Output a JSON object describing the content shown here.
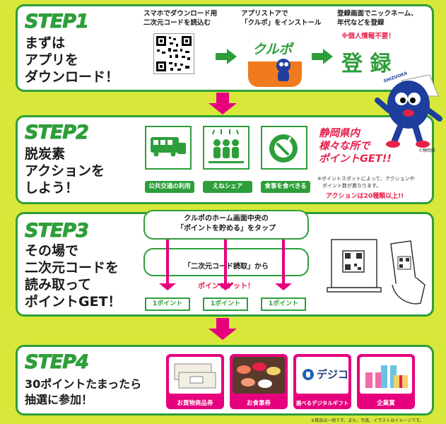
{
  "step1": {
    "badge": "STEP1",
    "title": "まずは\nアプリを\nダウンロード！",
    "qr_caption": "スマホでダウンロード用\n二次元コードを読込む",
    "store_caption": "アプリストアで\n「クルポ」をインストール",
    "app_name": "クルポ",
    "register_caption": "登録画面でニックネーム、\n年代などを登録",
    "register_note": "※個人情報不要！",
    "register_word": "登 録"
  },
  "step2": {
    "badge": "STEP2",
    "title": "脱炭素\nアクションを\nしよう！",
    "actions": [
      "公共交通の利用",
      "えねシェア",
      "食事を食べきる"
    ],
    "headline": "静岡県内\n様々な所で\nポイントGET!!",
    "note": "※ポイントスポットによって、アクションや\n　ポイント数が異なります。",
    "count_note": "アクションは20種類以上!!"
  },
  "mascot": {
    "credit": "©静岡県",
    "name": "SHIZUOKA"
  },
  "step3": {
    "badge": "STEP3",
    "title": "その場で\n二次元コードを\n読み取って\nポイントGET！",
    "instruction1": "クルポのホーム画面中央の\n「ポイントを貯める」をタップ",
    "instruction2_a": "「二次元コード読取」から",
    "instruction2_b": "ポイントゲット！",
    "points": [
      "1ポイント",
      "1ポイント",
      "1ポイント"
    ]
  },
  "step4": {
    "badge": "STEP4",
    "title": "30ポイントたまったら\n抽選に参加！",
    "prizes": [
      "お買物商品券",
      "お食事券",
      "選べるデジタルギフト",
      "企業賞"
    ],
    "degico": "デジコ",
    "footnote": "※賞品は一例です。また、写真、イラストはイメージです。"
  },
  "colors": {
    "background": "#d8e83a",
    "green": "#2e9e3a",
    "magenta": "#e6007e",
    "red": "#e6204a",
    "orange": "#f07a1e"
  }
}
